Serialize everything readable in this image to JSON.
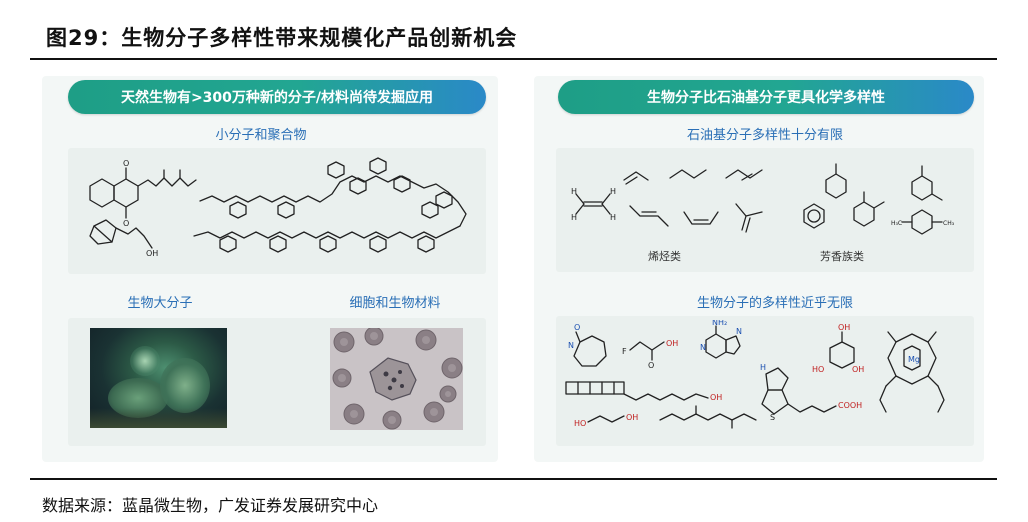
{
  "figure": {
    "title": "图29：生物分子多样性带来规模化产品创新机会",
    "source": "数据来源：蓝晶微生物，广发证券发展研究中心"
  },
  "left_panel": {
    "header": "天然生物有>300万种新的分子/材料尚待发掘应用",
    "small_molecules_title": "小分子和聚合物",
    "macromolecule_title": "生物大分子",
    "cells_title": "细胞和生物材料"
  },
  "right_panel": {
    "header": "生物分子比石油基分子更具化学多样性",
    "petro_title": "石油基分子多样性十分有限",
    "alkene_caption": "烯烃类",
    "aromatic_caption": "芳香族类",
    "bio_title": "生物分子的多样性近乎无限"
  }
}
